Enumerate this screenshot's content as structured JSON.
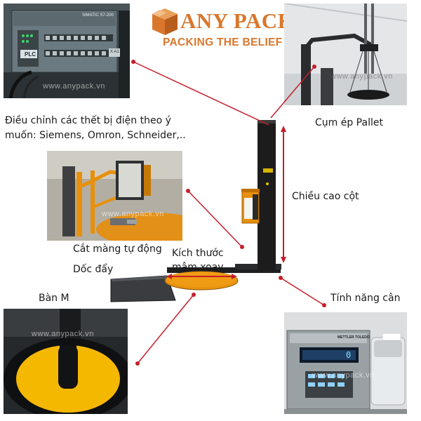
{
  "brand": {
    "logo_letter": "A",
    "name": "ANY PACK",
    "tagline": "PACKING THE BELIEF",
    "color": "#d9772c"
  },
  "watermark": "www.anypack.vn",
  "labels": {
    "electrical_line1": "Điều chỉnh các thết bị điện theo ý",
    "electrical_line2": "muốn: Siemens, Omron, Schneider,..",
    "pallet_press": "Cụm ép Pallet",
    "column_height": "Chiều cao cột",
    "auto_cut": "Cắt màng tự động",
    "turntable_line1": "Kích thước",
    "turntable_line2": "mâm xoay",
    "ramp": "Dốc đẩy",
    "table_m": "Bàn M",
    "weighing": "Tính năng cân"
  },
  "plc": {
    "label": "PLC",
    "model": "SIMATIC S7-200",
    "tag_x": "X A1"
  },
  "scale": {
    "brand": "METTLER TOLEDO",
    "reading": "0"
  },
  "colors": {
    "accent_red": "#c41e2a",
    "machine_orange": "#e8900a",
    "turntable_yellow": "#f5b800",
    "column_black": "#1c1c1c"
  }
}
